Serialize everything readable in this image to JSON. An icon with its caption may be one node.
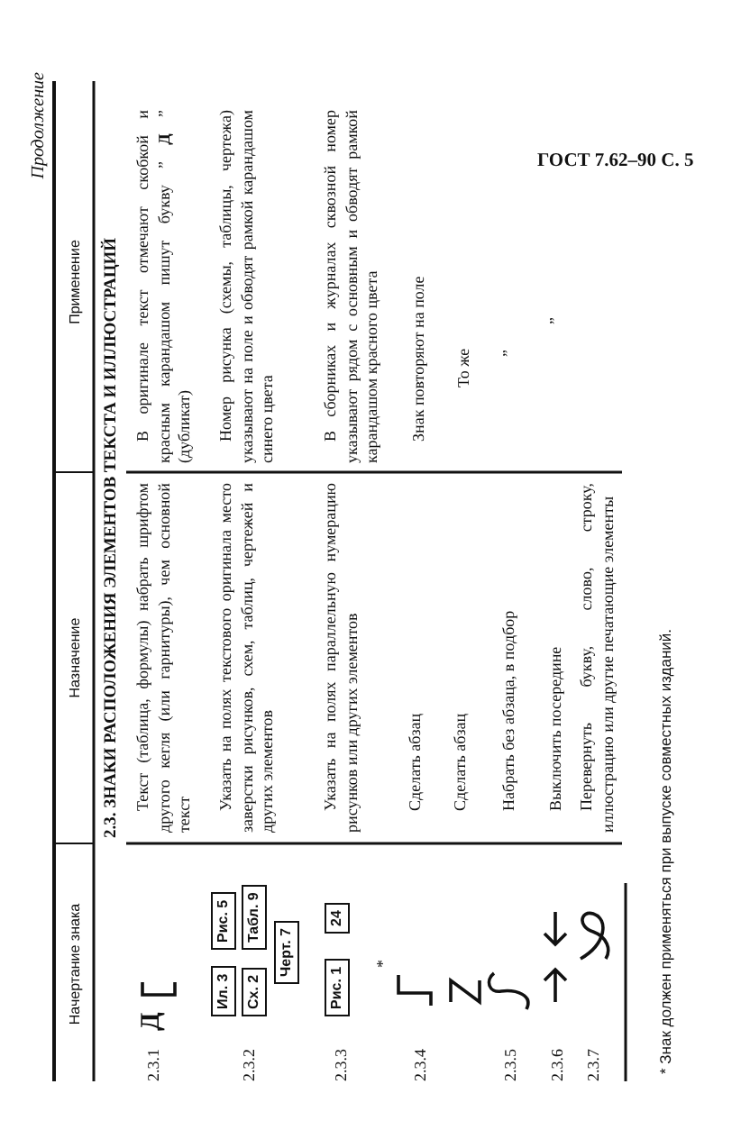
{
  "diagram": {
    "nodes": [
      {
        "text": [
          "Ил. 3"
        ]
      },
      {
        "text": [
          "Рис. 5"
        ]
      },
      {
        "text": [
          "Сх. 2"
        ]
      },
      {
        "text": [
          "Табл. 9"
        ]
      },
      {
        "text": [
          "Черт. 7"
        ]
      },
      {
        "text": [
          "Рис. 1"
        ]
      },
      {
        "text": [
          "24"
        ]
      }
    ],
    "labels": [
      "ГОСТ 7.62–90 С. 5",
      "Продолжение",
      "Начертание знака",
      "Назначение",
      "Применение",
      "2.3. ЗНАКИ РАСПОЛОЖЕНИЯ ЭЛЕМЕНТОВ ТЕКСТА И ИЛЛЮСТРАЦИЙ",
      "2.3.1",
      "Д",
      "Текст (таблица, формулы) набрать шрифтом другого кегля (или гарнитуры), чем основной текст",
      "В оригинале текст отмечают скобкой и красным карандашом пишут букву ” **Д** ” (дубликат)",
      "2.3.2",
      "Указать на полях текстового оригинала место заверстки рисунков, схем, таблиц, чертежей и других элементов",
      "Номер рисунка (схемы, таблицы, чертежа) указывают на поле и обводят рамкой карандашом синего цвета",
      "2.3.3",
      "Указать на полях параллельную нумерацию рисунков или других элементов",
      "В сборниках и журналах сквозной номер указывают рядом с основным и обводят рамкой карандашом красного цвета",
      "2.3.4",
      "*",
      "Сделать абзац",
      "Знак повторяют на поле",
      "Сделать абзац",
      "То же",
      "2.3.5",
      "Набрать без абзаца, в подбор",
      "”",
      "2.3.6",
      "Выключить посередине",
      "”",
      "2.3.7",
      "Перевернуть букву, слово, строку, иллюстрацию или другие печатающие элементы",
      "* Знак должен применяться при выпуске совместных изданий."
    ]
  }
}
